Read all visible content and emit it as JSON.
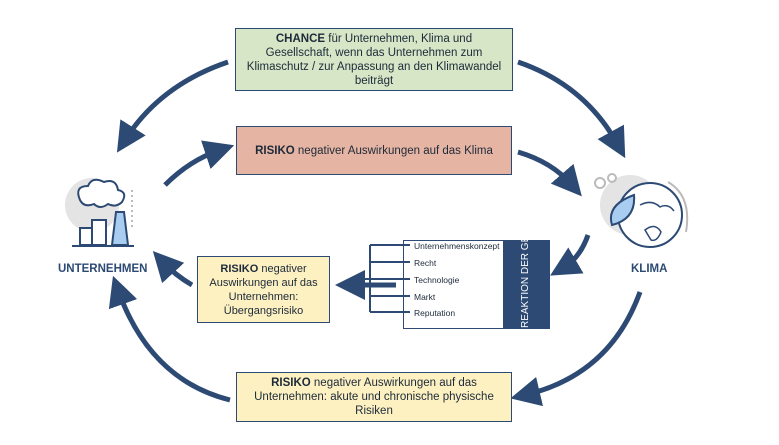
{
  "boxes": {
    "chance": {
      "bold": "CHANCE",
      "text": " für Unternehmen, Klima und Gesellschaft, wenn das Unternehmen zum Klimaschutz / zur Anpassung an den Klimawandel beiträgt",
      "color": "#d6e6c6"
    },
    "risk_climate": {
      "bold": "RISIKO",
      "text": " negativer Auswirkungen auf das Klima",
      "color": "#e6b4a2"
    },
    "risk_transition": {
      "bold": "RISIKO",
      "text": " negativer Auswirkungen auf das Unternehmen: Übergangsrisiko",
      "color": "#fdf1c2"
    },
    "risk_physical": {
      "bold": "RISIKO",
      "text": " negativer Auswirkungen auf das Unternehmen: akute und chronische physische Risiken",
      "color": "#fdf1c2"
    }
  },
  "reaction": {
    "title": "REAKTION DER GESELLSCHAFT",
    "items": [
      "Unternehmenskonzept",
      "Recht",
      "Technologie",
      "Markt",
      "Reputation"
    ]
  },
  "nodes": {
    "company": "UNTERNEHMEN",
    "climate": "KLIMA"
  },
  "colors": {
    "arrow": "#2c4a73",
    "accent_light": "#a9cdf0"
  }
}
